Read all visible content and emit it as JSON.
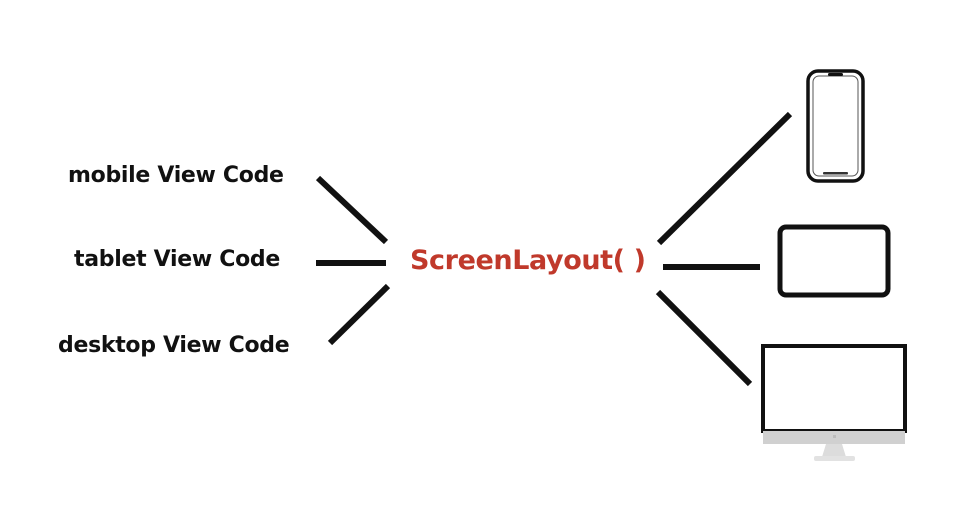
{
  "left_labels": {
    "mobile": "mobile View Code",
    "tablet": "tablet View Code",
    "desktop": "desktop View Code"
  },
  "center_label": "ScreenLayout( )",
  "devices": {
    "phone": "phone-icon",
    "tablet": "tablet-icon",
    "desktop": "desktop-monitor-icon"
  },
  "colors": {
    "accent": "#c0392b",
    "text": "#111111",
    "line": "#111111",
    "monitor_chin": "#d0d0d0",
    "monitor_stand": "#dcdcdc"
  }
}
